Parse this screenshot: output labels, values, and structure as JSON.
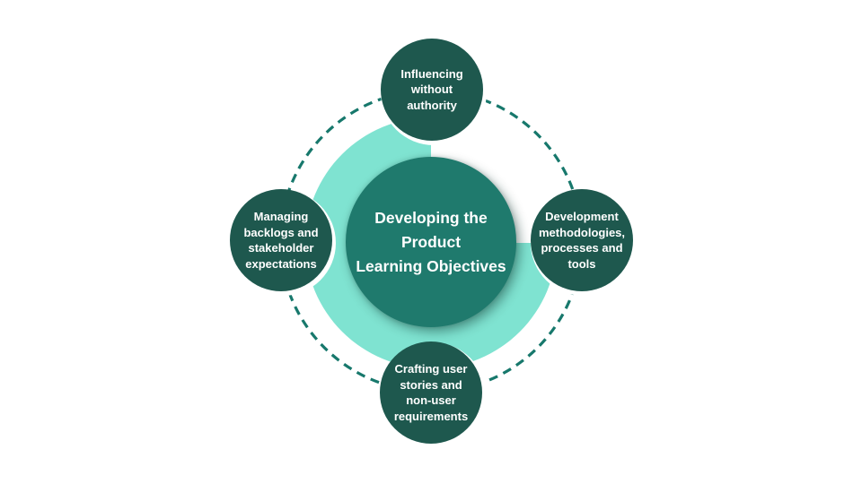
{
  "diagram": {
    "title": "Developing the\nProduct\nLearning Objectives",
    "nodes": {
      "top": {
        "label": "Influencing\nwithout\nauthority"
      },
      "right": {
        "label": "Development\nmethodologies,\nprocesses and\ntools"
      },
      "bottom": {
        "label": "Crafting user\nstories and\nnon-user\nrequirements"
      },
      "left": {
        "label": "Managing\nbacklogs and\nstakeholder\nexpectations"
      }
    },
    "colors": {
      "background": "#FFFFFF",
      "center_circle": "#1F7A6D",
      "node_circle": "#1E584E",
      "quarter_ring": "#7FE3D1",
      "dashed_ring": "#17786C",
      "label_text": "#FFFFFF"
    }
  }
}
